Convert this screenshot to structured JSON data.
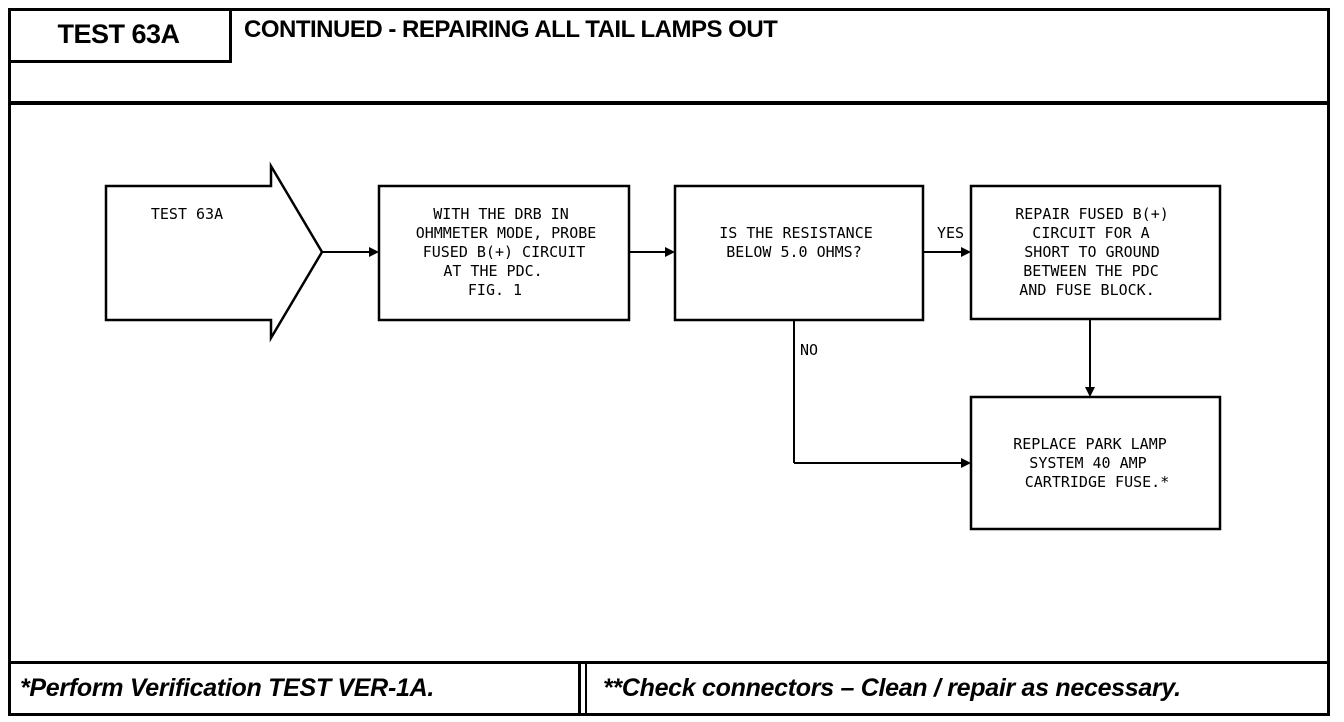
{
  "header": {
    "test_id": "TEST 63A",
    "title": "CONTINUED - REPAIRING ALL TAIL LAMPS OUT"
  },
  "flow": {
    "start": {
      "label": "TEST 63A"
    },
    "step1": {
      "lines": [
        "WITH THE DRB IN",
        "OHMMETER MODE, PROBE",
        "FUSED B(+) CIRCUIT",
        "AT THE PDC.",
        "FIG. 1"
      ]
    },
    "decision": {
      "lines": [
        "IS THE RESISTANCE",
        "BELOW 5.0 OHMS?"
      ]
    },
    "yes_label": "YES",
    "no_label": "NO",
    "repair": {
      "lines": [
        "REPAIR FUSED B(+)",
        "CIRCUIT FOR A",
        "SHORT TO GROUND",
        "BETWEEN THE PDC",
        "AND FUSE BLOCK."
      ]
    },
    "replace": {
      "lines": [
        "REPLACE PARK LAMP",
        "SYSTEM 40 AMP",
        "CARTRIDGE FUSE.*"
      ]
    }
  },
  "footer": {
    "left_note": "*Perform Verification TEST VER-1A.",
    "right_note": "**Check connectors – Clean / repair as necessary."
  }
}
